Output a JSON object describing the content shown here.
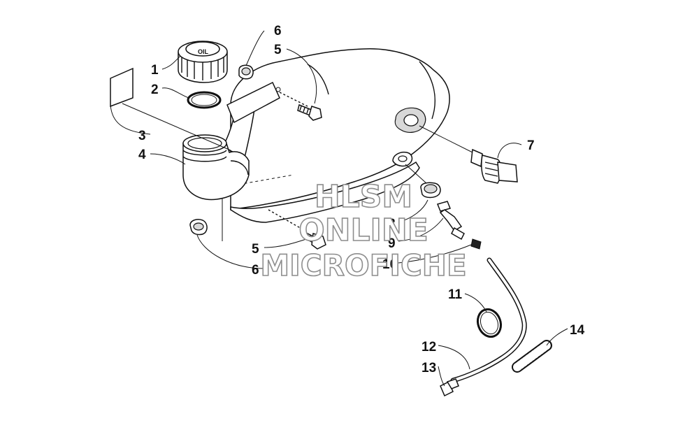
{
  "diagram": {
    "callouts": {
      "c1": "1",
      "c2": "2",
      "c3": "3",
      "c4": "4",
      "c5a": "5",
      "c5b": "5",
      "c6a": "6",
      "c6b": "6",
      "c7": "7",
      "c8": "8",
      "c9": "9",
      "c10": "10",
      "c11": "11",
      "c12": "12",
      "c13": "13",
      "c14": "14"
    },
    "cap_text": "OIL"
  },
  "watermark": {
    "line1": "HLSM",
    "line2": "ONLINE",
    "line3": "MICROFICHE"
  }
}
